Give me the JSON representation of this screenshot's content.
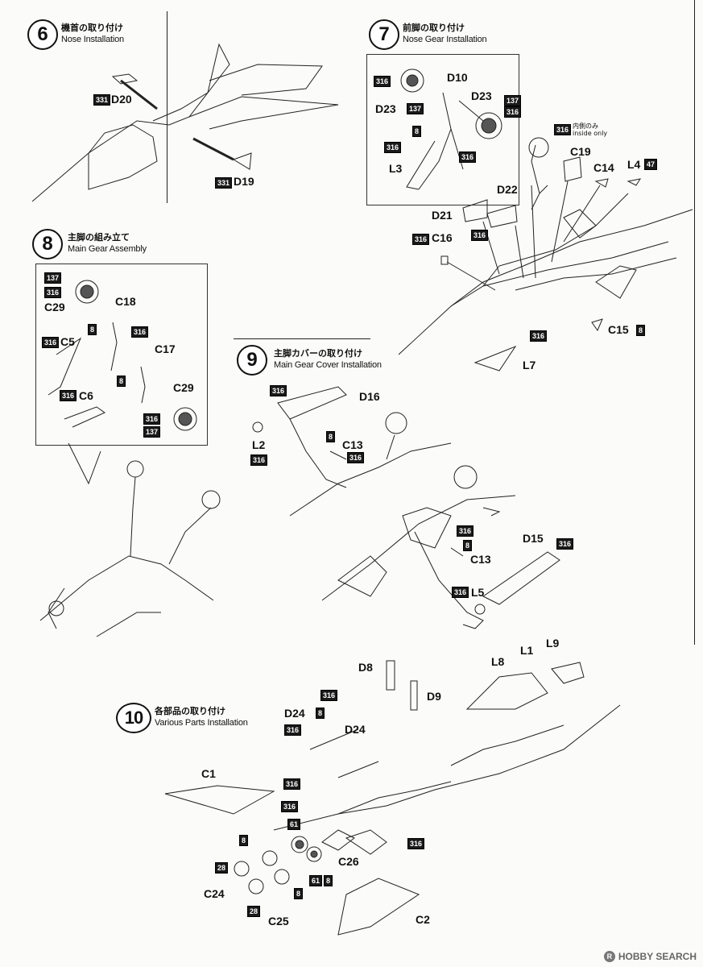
{
  "steps": [
    {
      "num": "6",
      "title_jp": "機首の取り付け",
      "title_en": "Nose Installation"
    },
    {
      "num": "7",
      "title_jp": "前脚の取り付け",
      "title_en": "Nose Gear Installation"
    },
    {
      "num": "8",
      "title_jp": "主脚の組み立て",
      "title_en": "Main Gear Assembly"
    },
    {
      "num": "9",
      "title_jp": "主脚カバーの取り付け",
      "title_en": "Main Gear Cover Installation"
    },
    {
      "num": "10",
      "title_jp": "各部品の取り付け",
      "title_en": "Various Parts Installation"
    }
  ],
  "note": {
    "jp": "内側のみ",
    "en": "inside only"
  },
  "parts": {
    "D20": "D20",
    "D19": "D19",
    "D10": "D10",
    "D23": "D23",
    "L3": "L3",
    "C19": "C19",
    "C14": "C14",
    "L4": "L4",
    "D22": "D22",
    "D21": "D21",
    "C16": "C16",
    "C15": "C15",
    "L7": "L7",
    "C18": "C18",
    "C5": "C5",
    "C17": "C17",
    "C6": "C6",
    "C29": "C29",
    "D16": "D16",
    "L2": "L2",
    "C13": "C13",
    "D15": "D15",
    "L5": "L5",
    "D8": "D8",
    "L8": "L8",
    "L1": "L1",
    "L9": "L9",
    "D9": "D9",
    "D24": "D24",
    "C1": "C1",
    "C26": "C26",
    "C24": "C24",
    "C25": "C25",
    "C2": "C2"
  },
  "colors": {
    "c8": "8",
    "c28": "28",
    "c47": "47",
    "c61": "61",
    "c137": "137",
    "c316": "316",
    "c331": "331"
  },
  "watermark": {
    "brand": "HOBBY SEARCH",
    "symbol": "R"
  }
}
